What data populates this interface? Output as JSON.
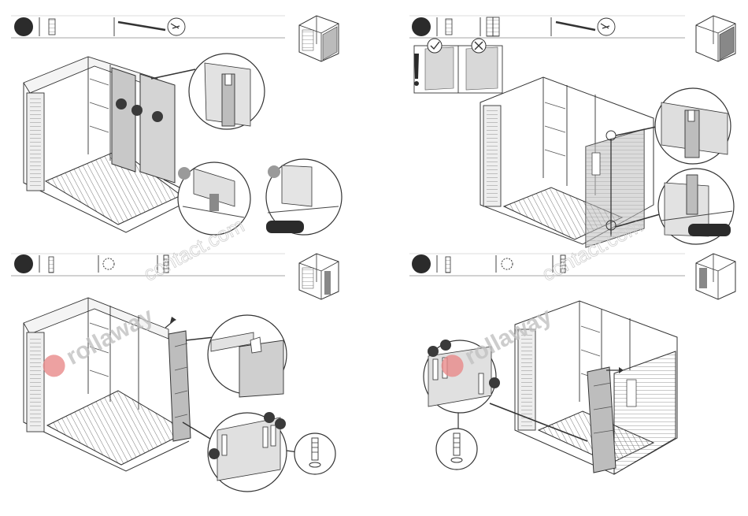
{
  "watermark": {
    "brand": "rollaway",
    "sub": "contact.com",
    "brand_color": "#c0c0c0",
    "logo_color": "#e88a8a"
  },
  "steps": [
    {
      "panel": "top-left",
      "parts": [
        "wall-panel-icon",
        "long-rail-icon",
        "screw-pack-icon"
      ],
      "callouts": [
        "detail-top-joint",
        "detail-floor-slide",
        "detail-floor-lock"
      ]
    },
    {
      "panel": "top-right",
      "parts": [
        "wall-panel-icon",
        "double-panel-icon",
        "long-rail-icon",
        "screw-pack-icon"
      ],
      "callouts": [
        "detail-correct-wrong",
        "detail-top-joint",
        "detail-floor-lock"
      ],
      "check_marks": [
        "correct-mark",
        "wrong-mark",
        "warning-mark"
      ]
    },
    {
      "panel": "bottom-left",
      "parts": [
        "corner-post-icon",
        "ring-washer-icon",
        "anchor-screw-icon"
      ],
      "callouts": [
        "detail-corner-cap",
        "detail-anchors",
        "detail-single-anchor"
      ]
    },
    {
      "panel": "bottom-right",
      "parts": [
        "corner-post-icon",
        "ring-washer-icon",
        "anchor-screw-icon"
      ],
      "callouts": [
        "detail-anchors",
        "detail-single-anchor"
      ]
    }
  ]
}
